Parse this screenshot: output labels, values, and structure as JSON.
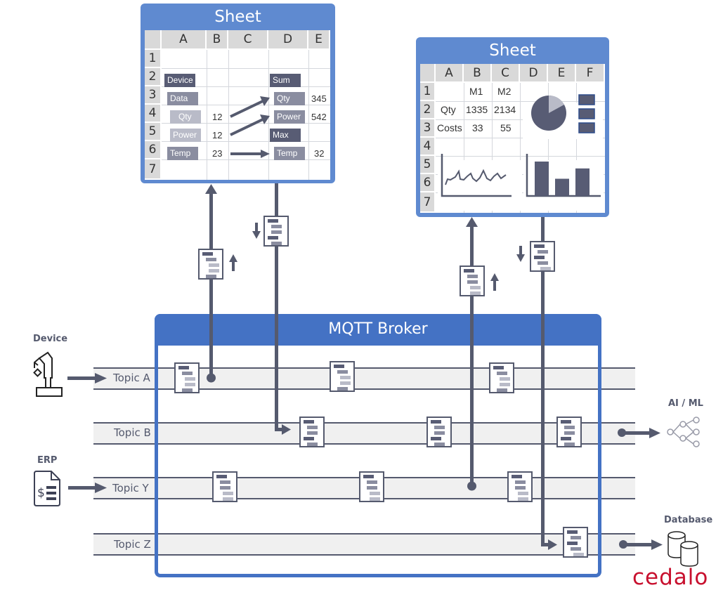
{
  "sheet1": {
    "title": "Sheet",
    "columns": [
      "A",
      "B",
      "C",
      "D",
      "E"
    ],
    "rows": [
      "1",
      "2",
      "3",
      "4",
      "5",
      "6",
      "7"
    ],
    "tags": {
      "device": "Device",
      "data": "Data",
      "qty_a": "Qty",
      "power_a": "Power",
      "temp_a": "Temp",
      "sum": "Sum",
      "qty_d": "Qty",
      "power_d": "Power",
      "max": "Max",
      "temp_d": "Temp"
    },
    "values": {
      "b4": "12",
      "b5": "12",
      "b6": "23",
      "e3": "345",
      "e4": "542",
      "e6": "32"
    }
  },
  "sheet2": {
    "title": "Sheet",
    "columns": [
      "A",
      "B",
      "C",
      "D",
      "E",
      "F"
    ],
    "rows": [
      "1",
      "2",
      "3",
      "4",
      "5",
      "6",
      "7"
    ],
    "cells": {
      "b1": "M1",
      "c1": "M2",
      "a2": "Qty",
      "b2": "1335",
      "c2": "2134",
      "a3": "Costs",
      "b3": "33",
      "c3": "55"
    },
    "pie_fraction_light": 0.17,
    "bars": [
      1.0,
      0.5,
      0.8
    ]
  },
  "broker": {
    "title": "MQTT Broker"
  },
  "topics": [
    "Topic A",
    "Topic B",
    "Topic Y",
    "Topic Z"
  ],
  "sources": {
    "device": "Device",
    "erp": "ERP"
  },
  "sinks": {
    "ai_ml": "AI / ML",
    "database": "Database"
  },
  "brand": {
    "logo": "cedalo",
    "color": "#c8102e"
  },
  "colors": {
    "accent": "#4472c4",
    "sheet_frame": "#5f8ad0",
    "line": "#555a6e",
    "lane": "#f0f0f0"
  }
}
